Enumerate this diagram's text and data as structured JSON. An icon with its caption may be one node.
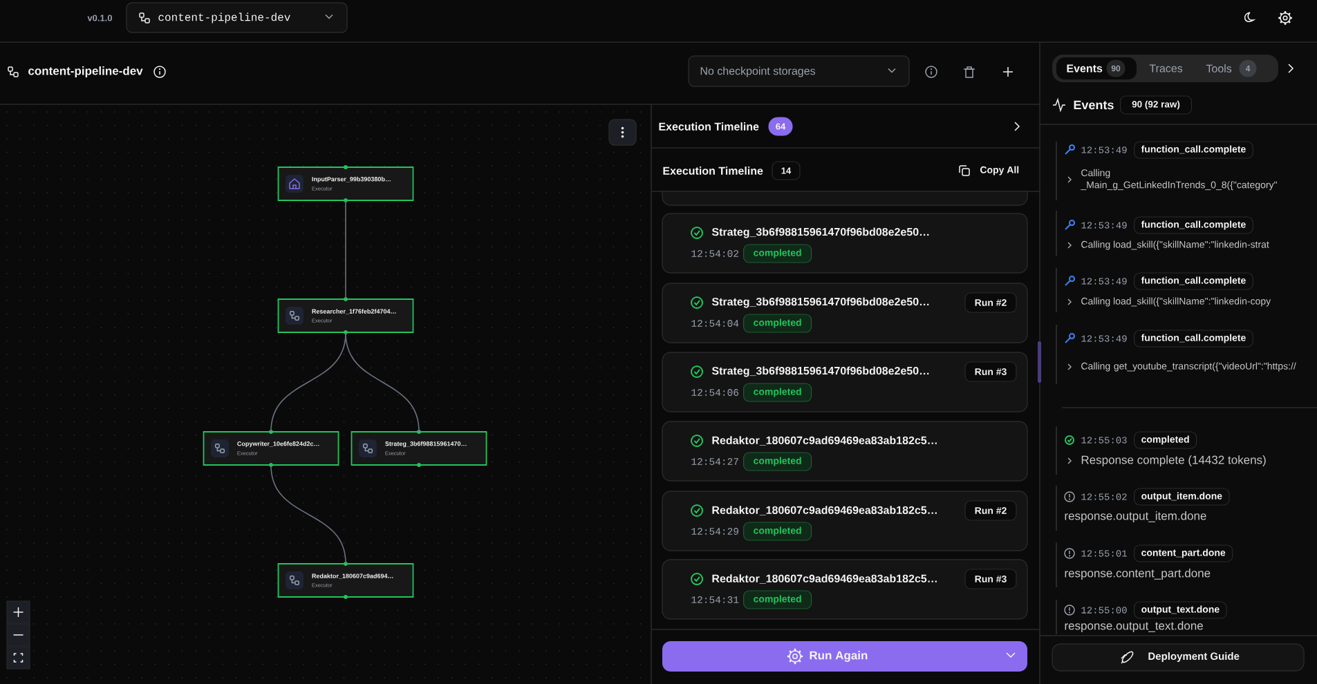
{
  "diagram": {
    "nodes": [
      {
        "text": [
          "InputParser_99b390380b…",
          "Executor"
        ]
      },
      {
        "text": [
          "Researcher_1f76feb2f4704…",
          "Executor"
        ]
      },
      {
        "text": [
          "Copywriter_10e6fe824d2c…",
          "Executor"
        ]
      },
      {
        "text": [
          "Strateg_3b6f98815961470…",
          "Executor"
        ]
      },
      {
        "text": [
          "Redaktor_180607c9ad694…",
          "Executor"
        ]
      }
    ],
    "edges": [
      {
        "from": 0,
        "to": 1,
        "arrow": "none"
      },
      {
        "from": 1,
        "to": 2,
        "arrow": "none"
      },
      {
        "from": 1,
        "to": 3,
        "arrow": "none"
      },
      {
        "from": 2,
        "to": 4,
        "arrow": "none"
      }
    ],
    "labels": [
      "v0.1.0",
      "content-pipeline-dev",
      "content-pipeline-dev",
      "No checkpoint storages",
      "Execution Timeline",
      "64",
      "Execution Timeline",
      "14",
      "Copy All",
      "Strateg_3b6f98815961470f96bd08e2e50…",
      "12:54:02",
      "completed",
      "Strateg_3b6f98815961470f96bd08e2e50…",
      "12:54:04",
      "completed",
      "Run #2",
      "Strateg_3b6f98815961470f96bd08e2e50…",
      "12:54:06",
      "completed",
      "Run #3",
      "Redaktor_180607c9ad69469ea83ab182c5…",
      "12:54:27",
      "completed",
      "Redaktor_180607c9ad69469ea83ab182c5…",
      "12:54:29",
      "completed",
      "Run #2",
      "Redaktor_180607c9ad69469ea83ab182c5…",
      "12:54:31",
      "completed",
      "Run #3",
      "Run Again",
      "Events",
      "90",
      "Traces",
      "Tools",
      "4",
      "Events",
      "90 (92 raw)",
      "12:53:49",
      "function_call.complete",
      "Calling _Main_g_GetLinkedInTrends_0_8({\"category\"",
      "12:53:49",
      "function_call.complete",
      "Calling load_skill({\"skillName\":\"linkedin-strat",
      "12:53:49",
      "function_call.complete",
      "Calling load_skill({\"skillName\":\"linkedin-copy",
      "12:53:49",
      "function_call.complete",
      "Calling get_youtube_transcript({\"videoUrl\":\"https://",
      "12:55:03",
      "completed",
      "Response complete (14432 tokens)",
      "12:55:02",
      "output_item.done",
      "response.output_item.done",
      "12:55:01",
      "content_part.done",
      "response.content_part.done",
      "12:55:00",
      "output_text.done",
      "response.output_text.done",
      "Deployment Guide"
    ]
  }
}
